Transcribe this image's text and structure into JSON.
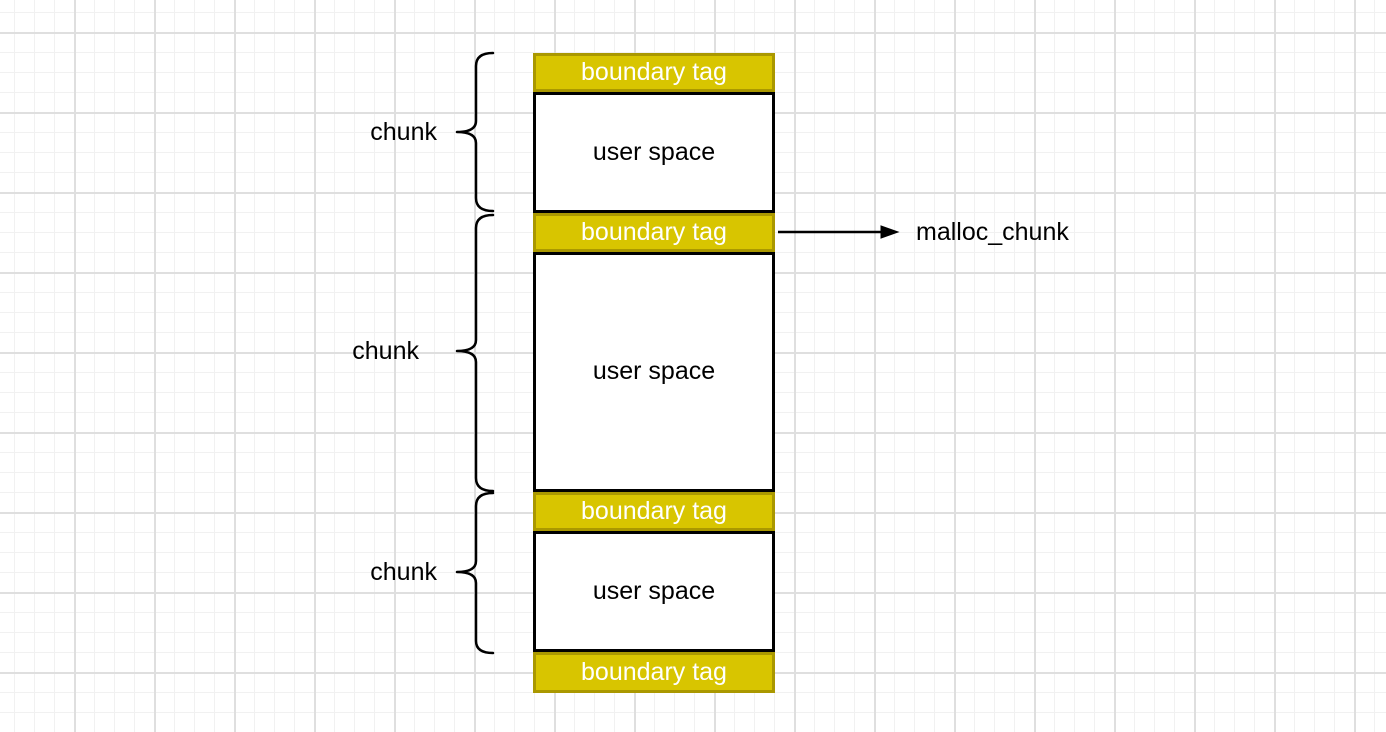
{
  "diagram": {
    "kind": "heap-memory-layout",
    "segments": [
      {
        "kind": "boundary-tag",
        "label": "boundary tag"
      },
      {
        "kind": "user-space",
        "label": "user space"
      },
      {
        "kind": "boundary-tag",
        "label": "boundary tag",
        "points_to": "malloc_chunk"
      },
      {
        "kind": "user-space",
        "label": "user space"
      },
      {
        "kind": "boundary-tag",
        "label": "boundary tag"
      },
      {
        "kind": "user-space",
        "label": "user space"
      },
      {
        "kind": "boundary-tag",
        "label": "boundary tag"
      }
    ],
    "chunks": [
      {
        "label": "chunk"
      },
      {
        "label": "chunk"
      },
      {
        "label": "chunk"
      }
    ],
    "annotation": {
      "label": "malloc_chunk"
    },
    "colors": {
      "boundary_fill": "#D8C500",
      "boundary_border": "#AA9800",
      "boundary_text": "#FFFFFF",
      "user_fill": "#FFFFFF",
      "user_border": "#000000",
      "user_text": "#000000",
      "text": "#000000",
      "line": "#000000",
      "grid_minor": "#F1F1F1",
      "grid_major": "#DFDFDF",
      "background": "#FFFFFF"
    }
  }
}
